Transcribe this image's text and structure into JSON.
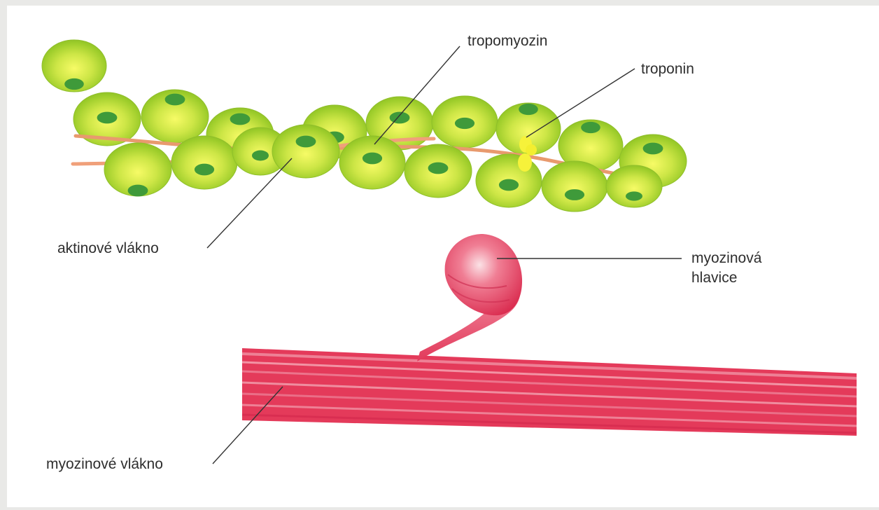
{
  "diagram": {
    "labels": {
      "tropomyozin": "tropomyozin",
      "troponin": "troponin",
      "aktinove_vlakno": "aktinové vlákno",
      "myozinova_hlavice_line1": "myozinová",
      "myozinova_hlavice_line2": "hlavice",
      "myozinove_vlakno": "myozinové vlákno"
    },
    "colors": {
      "page_background": "#e9e9e7",
      "panel_background": "#ffffff",
      "actin_bead": "#9ccc2a",
      "actin_bead_highlight": "#f2f85a",
      "actin_bead_nucleus": "#3f9a3a",
      "tropomyosin_strand": "#e89a6e",
      "troponin": "#f6f23a",
      "myosin": "#e43a5a",
      "myosin_light": "#f59aae",
      "leader_line": "#333333"
    }
  }
}
